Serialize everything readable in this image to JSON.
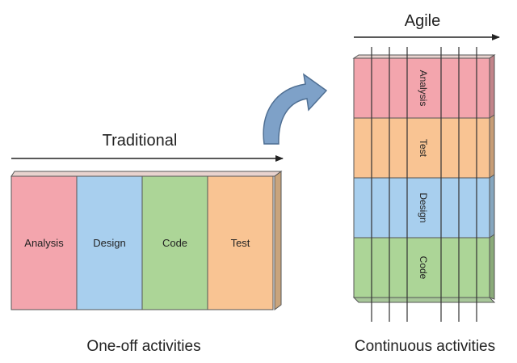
{
  "traditional": {
    "title": "Traditional",
    "caption": "One-off activities",
    "phases": [
      {
        "label": "Analysis",
        "color": "#f3a5ad"
      },
      {
        "label": "Design",
        "color": "#a8cfee"
      },
      {
        "label": "Code",
        "color": "#acd597"
      },
      {
        "label": "Test",
        "color": "#f9c493"
      }
    ]
  },
  "agile": {
    "title": "Agile",
    "caption": "Continuous activities",
    "phases": [
      {
        "label": "Analysis",
        "color": "#f3a5ad"
      },
      {
        "label": "Test",
        "color": "#f9c493"
      },
      {
        "label": "Design",
        "color": "#a8cfee"
      },
      {
        "label": "Code",
        "color": "#acd597"
      }
    ]
  },
  "colors": {
    "curved_arrow": "#7ea1c8",
    "outline": "#333333"
  }
}
